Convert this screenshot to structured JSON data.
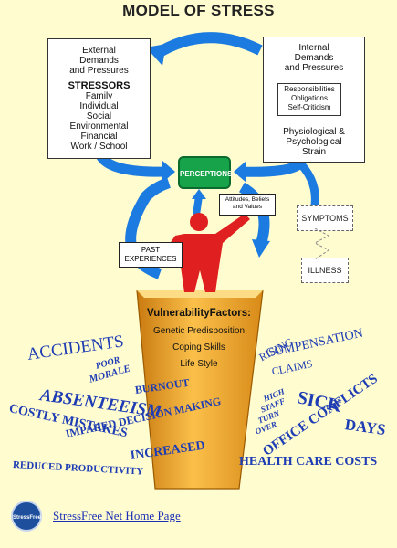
{
  "title": "MODEL OF STRESS",
  "external": {
    "lines": [
      "External",
      "Demands",
      "and Pressures"
    ],
    "stressors_heading": "STRESSORS",
    "stressors": [
      "Family",
      "Individual",
      "Social",
      "Environmental",
      "Financial",
      "Work / School"
    ]
  },
  "internal": {
    "lines": [
      "Internal",
      "Demands",
      "and Pressures"
    ],
    "inner": [
      "Responsibilities",
      "Obligations",
      "Self-Criticism"
    ],
    "strain": [
      "Physiological &",
      "Psychological",
      "Strain"
    ]
  },
  "perceptions": "PERCEPTIONS",
  "attitudes": [
    "Attitudes, Beliefs",
    "and Values"
  ],
  "symptoms": "SYMPTOMS",
  "illness": "ILLNESS",
  "past": [
    "PAST",
    "EXPERIENCES"
  ],
  "vulnerability": {
    "title": "VulnerabilityFactors:",
    "items": [
      "Genetic Predisposition",
      "Coping Skills",
      "Life Style"
    ]
  },
  "consequences": {
    "accidents": "ACCIDENTS",
    "poor": "POOR",
    "morale": "MORALE",
    "absenteeism": "ABSENTEEISM",
    "costly": "COSTLY MISTAKES",
    "burnout": "BURNOUT",
    "impaired": "IMPARED DECISION MAKING",
    "reduced": "REDUCED PRODUCTIVITY",
    "increased": "INCREASED",
    "health": "HEALTH CARE COSTS",
    "rising": "RISING",
    "compensation": "COMPENSATION",
    "claims": "CLAIMS",
    "sick": "SICK",
    "days": "DAYS",
    "high": "HIGH",
    "staff": "STAFF",
    "turn": "TURN",
    "over": "OVER",
    "office": "OFFICE CONFLICTS"
  },
  "footer": {
    "logo_text": "StressFree",
    "link": "StressFree Net Home Page"
  },
  "colors": {
    "background": "#fffcd0",
    "arrow_blue": "#1c7be0",
    "figure_red": "#e02020",
    "pedestal_orange": "#f5a623",
    "word_blue": "#1e3cb4",
    "perceptions_green": "#16a34a"
  }
}
